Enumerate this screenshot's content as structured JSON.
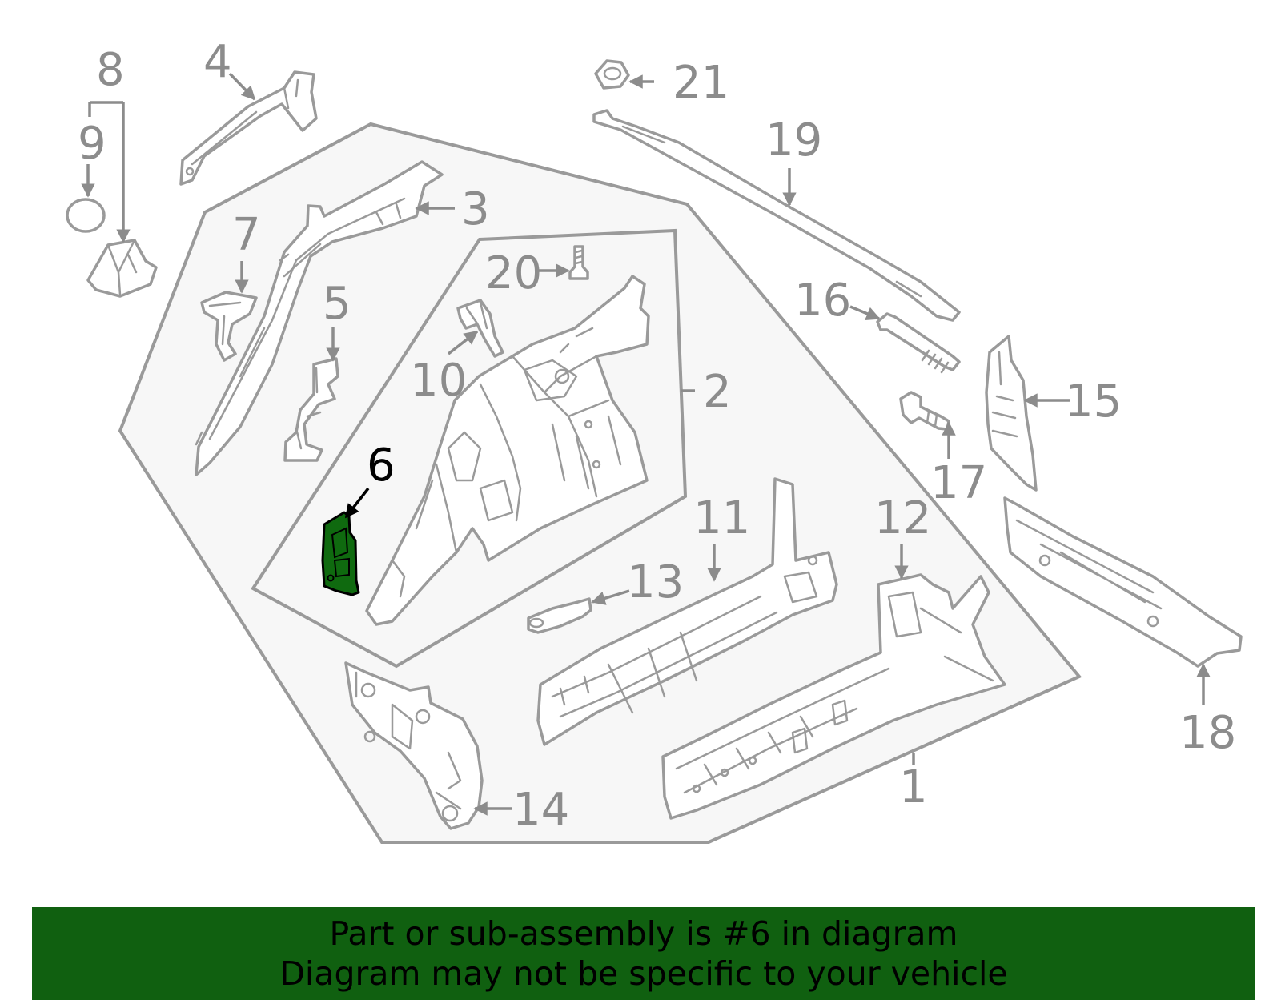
{
  "callouts": {
    "c1": "1",
    "c2": "2",
    "c3": "3",
    "c4": "4",
    "c5": "5",
    "c6": "6",
    "c7": "7",
    "c8": "8",
    "c9": "9",
    "c10": "10",
    "c11": "11",
    "c12": "12",
    "c13": "13",
    "c14": "14",
    "c15": "15",
    "c16": "16",
    "c17": "17",
    "c18": "18",
    "c19": "19",
    "c20": "20",
    "c21": "21"
  },
  "highlight": {
    "part_number": "6",
    "color": "#0f6a0f"
  },
  "banner": {
    "line1": "Part or sub-assembly is #6 in diagram",
    "line2": "Diagram may not be specific to your vehicle",
    "background": "#106010"
  },
  "colors": {
    "line": "#9a9a9a",
    "text": "#8c8c8c",
    "shade": "#f7f7f7"
  }
}
